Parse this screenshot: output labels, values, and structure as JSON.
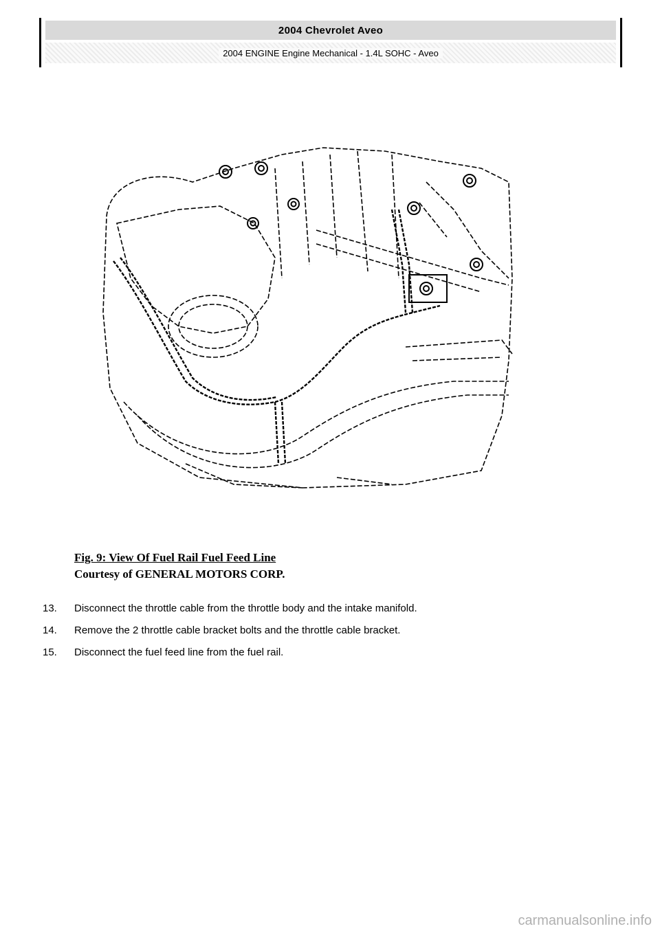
{
  "header": {
    "title": "2004 Chevrolet Aveo",
    "subtitle": "2004 ENGINE Engine Mechanical - 1.4L SOHC - Aveo"
  },
  "figure": {
    "title": "Fig. 9: View Of Fuel Rail Fuel Feed Line",
    "courtesy": "Courtesy of GENERAL MOTORS CORP."
  },
  "steps": [
    {
      "number": "13.",
      "text": "Disconnect the throttle cable from the throttle body and the intake manifold."
    },
    {
      "number": "14.",
      "text": "Remove the 2 throttle cable bracket bolts and the throttle cable bracket."
    },
    {
      "number": "15.",
      "text": "Disconnect the fuel feed line from the fuel rail."
    }
  ],
  "footer": {
    "watermark": "carmanualsonline.info"
  }
}
